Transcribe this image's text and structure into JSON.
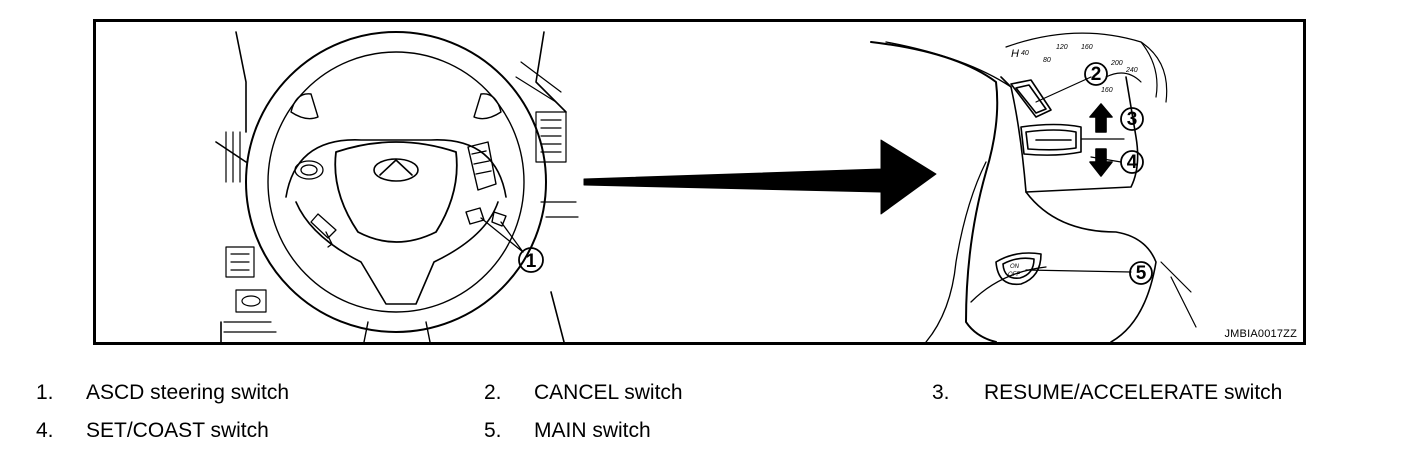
{
  "figure": {
    "code": "JMBIA0017ZZ",
    "callouts": [
      "1",
      "2",
      "3",
      "4",
      "5"
    ],
    "gauge_ticks": [
      "H",
      "40",
      "80",
      "120",
      "160",
      "200",
      "240",
      "160"
    ],
    "switch_labels": {
      "main_top": "ON",
      "main_bottom": "OFF"
    },
    "logo": "infiniti-logo"
  },
  "legend": [
    {
      "num": "1.",
      "label": "ASCD steering switch"
    },
    {
      "num": "2.",
      "label": "CANCEL switch"
    },
    {
      "num": "3.",
      "label": "RESUME/ACCELERATE switch"
    },
    {
      "num": "4.",
      "label": "SET/COAST switch"
    },
    {
      "num": "5.",
      "label": "MAIN switch"
    }
  ]
}
